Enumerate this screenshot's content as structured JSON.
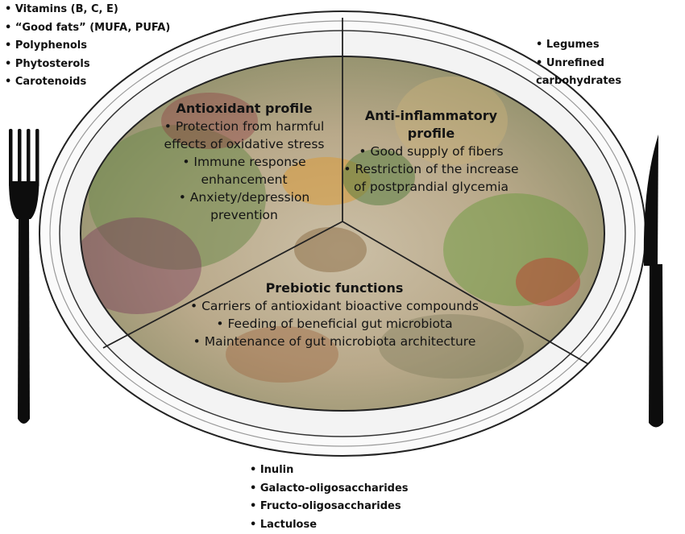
{
  "lists": {
    "vitamins": [
      "Vitamins (B, C, E)",
      "“Good fats” (MUFA, PUFA)",
      "Polyphenols",
      "Phytosterols",
      "Carotenoids"
    ],
    "fibers": [
      "Legumes",
      "Unrefined carbohydrates"
    ],
    "prebiotics": [
      "Inulin",
      "Galacto-oligosaccharides",
      "Fructo-oligosaccharides",
      "Lactulose"
    ]
  },
  "sections": {
    "antioxidant": {
      "title": "Antioxidant profile",
      "items": [
        "Protection from harmful effects of oxidative stress",
        "Immune response enhancement",
        "Anxiety/depression prevention"
      ]
    },
    "antiinflammatory": {
      "title": "Anti-inflammatory profile",
      "items": [
        "Good supply of fibers",
        "Restriction of the increase of postprandial glycemia"
      ]
    },
    "prebiotic": {
      "title": "Prebiotic functions",
      "items": [
        "Carriers of antioxidant bioactive compounds",
        "Feeding of beneficial gut microbiota",
        "Maintenance of gut microbiota architecture"
      ]
    }
  },
  "colors": {
    "cutlery": "#0d0d0d",
    "plate_outline": "#2a2a2a",
    "plate_inner": "#b9aa8c"
  },
  "icons": [
    "fork-icon",
    "knife-icon",
    "plate-icon",
    "food-background-image"
  ]
}
